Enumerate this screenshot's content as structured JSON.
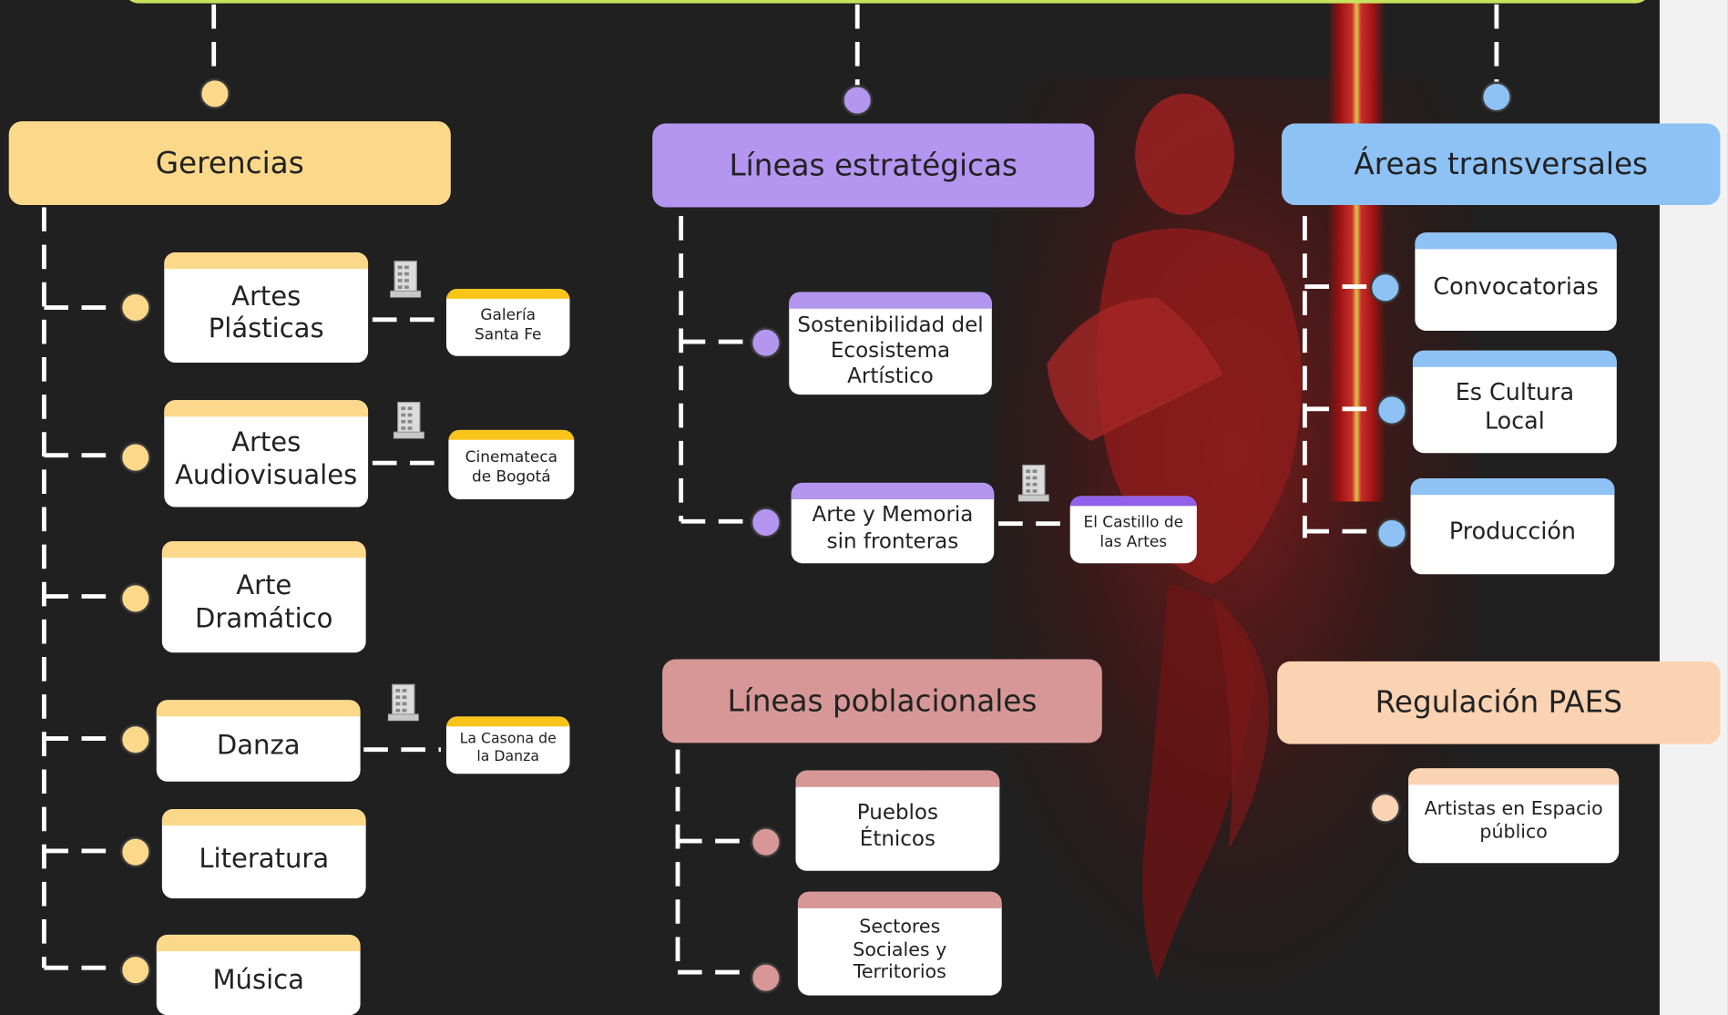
{
  "title": "",
  "colors": {
    "background": "#202020",
    "title_bar": "#c6e35f",
    "gerencias": "#fcd98a",
    "gerencias_accent": "#fbc419",
    "lineas_estrategicas": "#b495f0",
    "lineas_estrategicas_accent": "#9260ea",
    "areas_transversales": "#8ec2f5",
    "lineas_poblacionales": "#d69796",
    "regulacion": "#fad3b2",
    "connector": "#ffffff"
  },
  "icons": [
    "building-icon"
  ],
  "gerencias": {
    "label": "Gerencias",
    "items": [
      {
        "label": "Artes Plásticas",
        "venue": "Galería Santa Fe"
      },
      {
        "label": "Artes Audiovisuales",
        "venue": "Cinemateca de Bogotá"
      },
      {
        "label": "Arte Dramático"
      },
      {
        "label": "Danza",
        "venue": "La Casona de la Danza"
      },
      {
        "label": "Literatura"
      },
      {
        "label": "Música"
      }
    ]
  },
  "lineas_estrategicas": {
    "label": "Líneas estratégicas",
    "items": [
      {
        "label": "Sostenibilidad del Ecosistema Artístico"
      },
      {
        "label": "Arte y Memoria sin fronteras",
        "venue": "El Castillo de las Artes"
      }
    ]
  },
  "areas_transversales": {
    "label": "Áreas transversales",
    "items": [
      {
        "label": "Convocatorias"
      },
      {
        "label": "Es Cultura Local"
      },
      {
        "label": "Producción"
      }
    ]
  },
  "lineas_poblacionales": {
    "label": "Líneas poblacionales",
    "items": [
      {
        "label": "Pueblos Étnicos"
      },
      {
        "label": "Sectores Sociales y Territorios"
      }
    ]
  },
  "regulacion": {
    "label": "Regulación PAES",
    "items": [
      {
        "label": "Artistas en Espacio público"
      }
    ]
  }
}
